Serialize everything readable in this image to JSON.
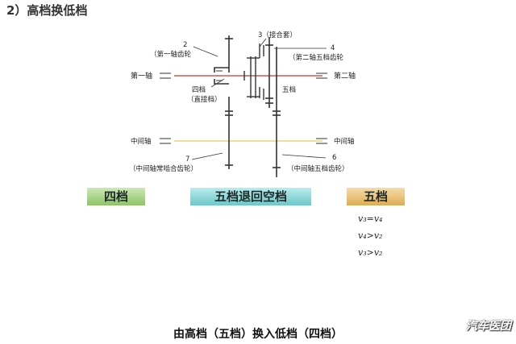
{
  "title": "2）高档换低档",
  "labels": {
    "gear2_num": "2",
    "gear2_name": "（第一轴齿轮",
    "sleeve": "3（接合套）",
    "gear4_num": "4",
    "gear4_name": "（第二轴五档齿轮",
    "first_shaft": "第一轴",
    "second_shaft": "第二轴",
    "fourth_gear_line1": "四档",
    "fourth_gear_line2": "（直接档）",
    "fifth_gear": "五档",
    "countershaft_left": "中间轴",
    "countershaft_right": "中间轴",
    "gear7_num": "7",
    "gear7_name": "（中间轴常啮合齿轮）",
    "gear6_num": "6",
    "gear6_name": "（中间轴五档齿轮）"
  },
  "boxes": {
    "fourth": "四档",
    "neutral": "五档退回空档",
    "fifth": "五档"
  },
  "equations": [
    "v₃=v₄",
    "v₄>v₂",
    "v₃>v₂"
  ],
  "caption": "由高档（五档）换入低档（四档）",
  "logo": "汽车医团",
  "colors": {
    "main_shaft": "#c0392b",
    "countershaft": "#e8d27a",
    "box_fourth": "#a9d488",
    "box_neutral": "#8fd8d8",
    "box_fifth": "#e9c27a"
  }
}
